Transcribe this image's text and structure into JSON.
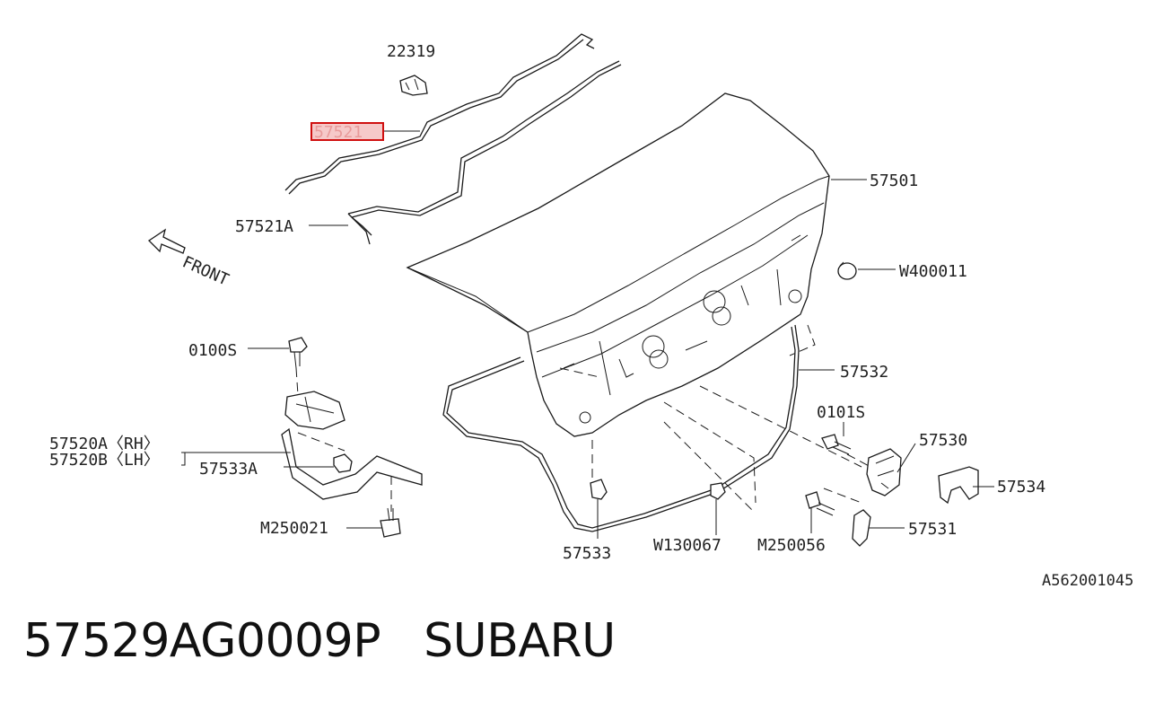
{
  "diagram": {
    "callouts": {
      "p22319": "22319",
      "p57521": "57521",
      "p57521A": "57521A",
      "p57501": "57501",
      "pW400011": "W400011",
      "p0100S": "0100S",
      "p57532": "57532",
      "p0101S": "0101S",
      "p57520A": "57520A〈RH〉",
      "p57520B": "57520B〈LH〉",
      "p57533A": "57533A",
      "p57530": "57530",
      "p57534": "57534",
      "pM250021": "M250021",
      "pW130067": "W130067",
      "pM250056": "M250056",
      "p57531": "57531",
      "p57533": "57533"
    },
    "front_label": "FRONT",
    "diagram_code": "A562001045",
    "highlighted_part": "57521",
    "highlight_color": "#d01010"
  },
  "caption": {
    "part_number": "57529AG0009P",
    "brand": "SUBARU"
  }
}
